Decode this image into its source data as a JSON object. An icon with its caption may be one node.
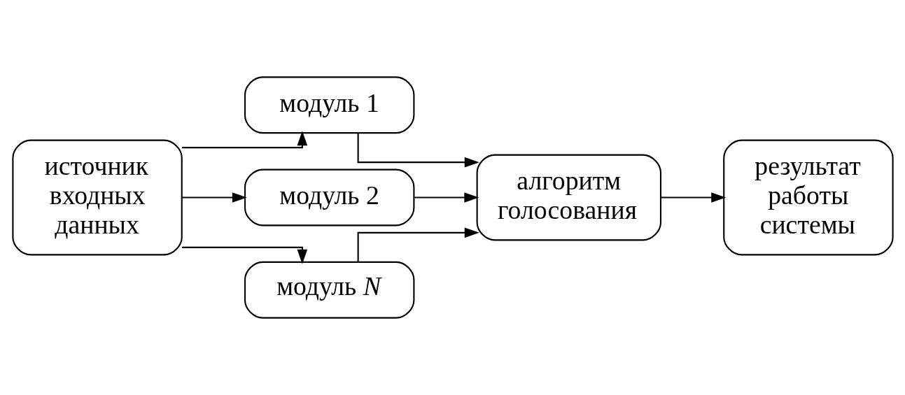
{
  "diagram": {
    "nodes": [
      {
        "text": [
          "источник входных данных"
        ]
      },
      {
        "text": [
          "модуль 1"
        ]
      },
      {
        "text": [
          "модуль 2"
        ]
      },
      {
        "text": [
          "модуль *N*"
        ]
      },
      {
        "text": [
          "алгоритм голосования"
        ]
      },
      {
        "text": [
          "результат работы системы"
        ]
      }
    ],
    "edges": [
      {
        "from": 0,
        "to": 1,
        "arrow": "to"
      },
      {
        "from": 0,
        "to": 2,
        "arrow": "to"
      },
      {
        "from": 0,
        "to": 3,
        "arrow": "to"
      },
      {
        "from": 1,
        "to": 4,
        "arrow": "to"
      },
      {
        "from": 2,
        "to": 4,
        "arrow": "to"
      },
      {
        "from": 3,
        "to": 4,
        "arrow": "to"
      },
      {
        "from": 4,
        "to": 5,
        "arrow": "to"
      }
    ]
  }
}
